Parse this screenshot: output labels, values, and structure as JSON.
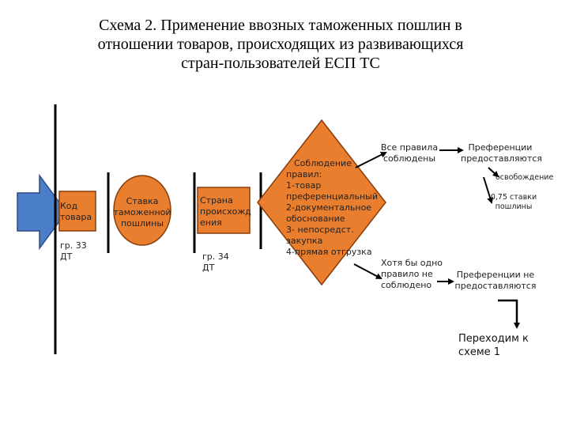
{
  "title": {
    "line1": "Схема 2. Применение ввозных таможенных пошлин в",
    "line2": "отношении товаров, происходящих из развивающихся",
    "line3": "стран-пользователей ЕСП ТС"
  },
  "colors": {
    "shape_fill": "#e87e2e",
    "shape_stroke": "#8a3d0c",
    "arrow_fill": "#4a7fc8",
    "arrow_stroke": "#2a4f8a",
    "line": "#000000"
  },
  "boxes": {
    "code": {
      "line1": "Код",
      "line2": "товара"
    },
    "code_ref": {
      "line1": "гр. 33",
      "line2": "ДТ"
    },
    "rate": {
      "line1": "Ставка",
      "line2": "таможенной",
      "line3": "пошлины"
    },
    "country": {
      "line1": "Страна",
      "line2": "происхожд",
      "line3": "ения"
    },
    "country_ref": {
      "line1": "гр. 34",
      "line2": "ДТ"
    }
  },
  "diamond": {
    "line1": "Соблюдение",
    "line2": "правил:",
    "line3": "1-товар",
    "line4": "преференциальный",
    "line5": "2-документальное",
    "line6": "обоснование",
    "line7": "3- непосредст.",
    "line8": "закупка",
    "line9": "4-прямая отгрузка"
  },
  "branches": {
    "all_rules": {
      "line1": "Все правила",
      "line2": "соблюдены"
    },
    "prefs_given": {
      "line1": "Преференции",
      "line2": "предоставляются"
    },
    "exemption": "освобождение",
    "rate_075": {
      "line1": "0,75 ставки",
      "line2": "пошлины"
    },
    "one_rule_failed": {
      "line1": "Хотя бы одно",
      "line2": "правило не",
      "line3": "соблюдено"
    },
    "prefs_not_given": {
      "line1": "Преференции не",
      "line2": "предоставляются"
    },
    "goto": {
      "line1": "Переходим к",
      "line2": "схеме 1"
    }
  }
}
